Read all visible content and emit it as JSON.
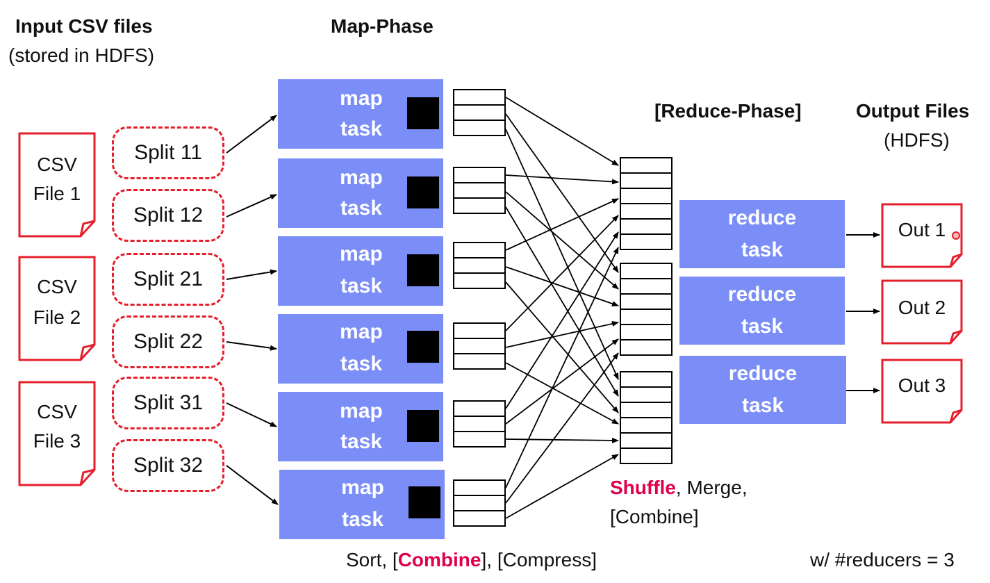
{
  "headers": {
    "input_title": "Input CSV files",
    "input_sub": "(stored in HDFS)",
    "map_phase": "Map-Phase",
    "reduce_phase": "[Reduce-Phase]",
    "output_title": "Output Files",
    "output_sub": "(HDFS)"
  },
  "input_files": [
    {
      "line1": "CSV",
      "line2": "File 1"
    },
    {
      "line1": "CSV",
      "line2": "File 2"
    },
    {
      "line1": "CSV",
      "line2": "File 3"
    }
  ],
  "splits": [
    "Split 11",
    "Split 12",
    "Split 21",
    "Split 22",
    "Split 31",
    "Split 32"
  ],
  "map_tasks": [
    {
      "line1": "map",
      "line2": "task"
    },
    {
      "line1": "map",
      "line2": "task"
    },
    {
      "line1": "map",
      "line2": "task"
    },
    {
      "line1": "map",
      "line2": "task"
    },
    {
      "line1": "map",
      "line2": "task"
    },
    {
      "line1": "map",
      "line2": "task"
    }
  ],
  "reduce_tasks": [
    {
      "line1": "reduce",
      "line2": "task"
    },
    {
      "line1": "reduce",
      "line2": "task"
    },
    {
      "line1": "reduce",
      "line2": "task"
    }
  ],
  "outputs": [
    "Out 1",
    "Out 2",
    "Out 3"
  ],
  "shuffle": {
    "highlight": "Shuffle",
    "rest": ", Merge,",
    "line2": "[Combine]"
  },
  "sort_caption": {
    "pre": "Sort, [",
    "highlight": "Combine",
    "post": "], [Compress]"
  },
  "reducers_note": "w/ #reducers = 3",
  "colors": {
    "accent_red": "#e41f2b",
    "task_blue": "#7b8ef7",
    "highlight": "#e0004a"
  }
}
